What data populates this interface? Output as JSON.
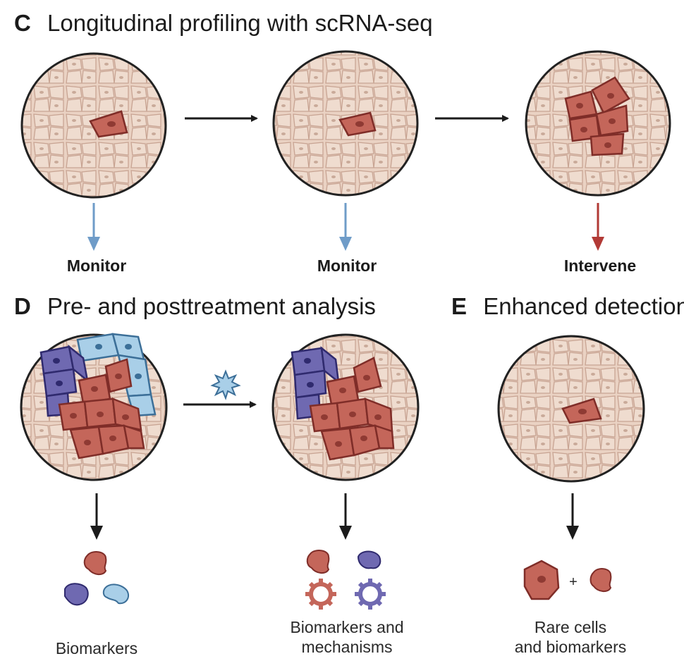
{
  "panel_c": {
    "letter": "C",
    "title": "Longitudinal profiling with scRNA-seq",
    "labels": [
      "Monitor",
      "Monitor",
      "Intervene"
    ]
  },
  "panel_d": {
    "letter": "D",
    "title": "Pre- and posttreatment analysis",
    "labels": [
      "Biomarkers",
      "Biomarkers and",
      "mechanisms"
    ]
  },
  "panel_e": {
    "letter": "E",
    "title": "Enhanced detection",
    "plus": "+",
    "labels": [
      "Rare cells",
      "and biomarkers"
    ]
  },
  "colors": {
    "tissue": "#ead2c3",
    "tissue_line": "#c8a493",
    "tumor": "#c4665a",
    "tumor_dark": "#7f2d28",
    "purple": "#6f69b1",
    "light_blue": "#a9cfe8",
    "monitor_arrow": "#6f9cc8",
    "intervene_arrow": "#b23a36",
    "arrow": "#1b1b1b"
  }
}
